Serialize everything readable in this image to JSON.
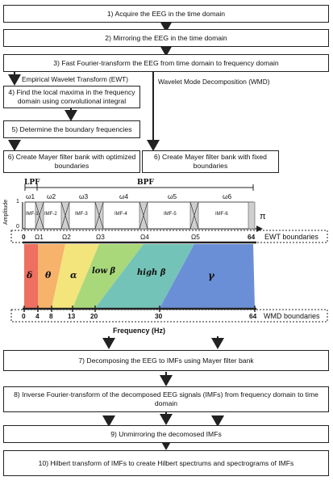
{
  "steps": {
    "s1": "1) Acquire the EEG in the time domain",
    "s2": "2) Mirroring the EEG in the time domain",
    "s3": "3) Fast Fourier-transform the EEG from time domain to frequency domain",
    "s4": "4) Find the local maxima in the frequency domain using convolutional integral",
    "s5": "5) Determine the boundary frequencies",
    "s6a": "6) Create Mayer filter bank with optimized boundaries",
    "s6b": "6) Create Mayer filter bank with fixed boundaries",
    "s7": "7) Decomposing the EEG to IMFs using Mayer filter bank",
    "s8": "8) Inverse Fourier-transform of the decomposed EEG signals (IMFs) from frequency domain to time domain",
    "s9": "9) Unmirroring the decomosed IMFs",
    "s10": "10) Hilbert transform of IMFs to create Hilbert spectrums and spectrograms of IMFs"
  },
  "branches": {
    "ewt": "Empirical Wavelet Transform (EWT)",
    "wmd": "Wavelet Mode Decomposition (WMD)"
  },
  "filter": {
    "lpf": "LPF",
    "bpf": "BPF",
    "amplitude": "Amplitude",
    "one": "1",
    "zero": "0",
    "pi": "π",
    "imfs": [
      "IMF-1",
      "IMF-2",
      "IMF-3",
      "IMF-4",
      "IMF-5",
      "IMF-6"
    ],
    "omegas": [
      "ω1",
      "ω2",
      "ω3",
      "ω4",
      "ω5",
      "ω6"
    ]
  },
  "ewt_axis": {
    "labels": [
      "0",
      "Ω1",
      "Ω2",
      "Ω3",
      "Ω4",
      "Ω5",
      "64"
    ],
    "caption": "EWT boundaries"
  },
  "bands": [
    {
      "label": "δ",
      "color": "#ef6f61"
    },
    {
      "label": "θ",
      "color": "#f7b26b"
    },
    {
      "label": "α",
      "color": "#f4e47c"
    },
    {
      "label": "low β",
      "color": "#a9d87a"
    },
    {
      "label": "high β",
      "color": "#74c3b8"
    },
    {
      "label": "γ",
      "color": "#6b8fd6"
    }
  ],
  "wmd_axis": {
    "labels": [
      "0",
      "4",
      "8",
      "13",
      "20",
      "30",
      "64"
    ],
    "caption": "WMD boundaries",
    "title": "Frequency (Hz)"
  }
}
